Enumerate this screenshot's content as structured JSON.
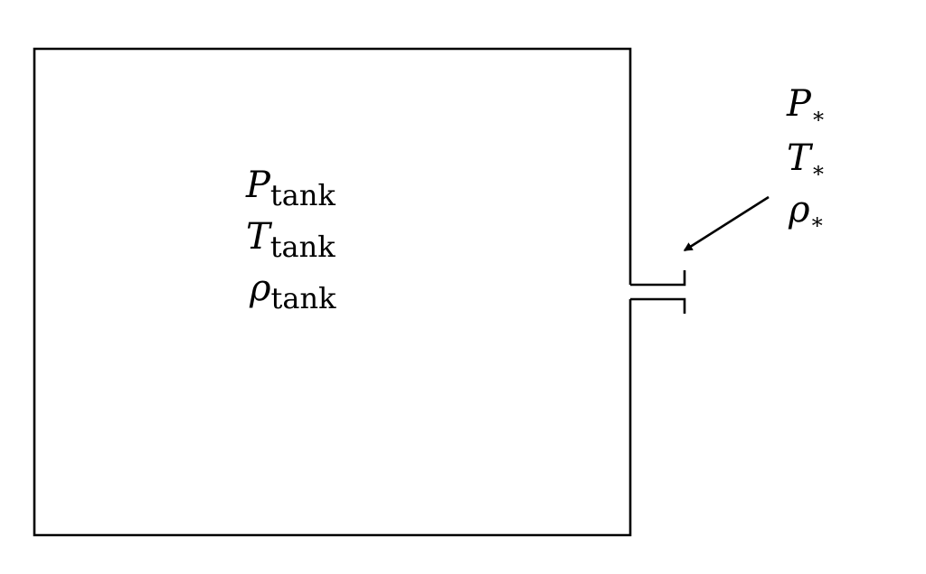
{
  "tank": {
    "pressure": {
      "symbol": "P",
      "subscript": "tank"
    },
    "temperature": {
      "symbol": "T",
      "subscript": "tank"
    },
    "density": {
      "symbol": "ρ",
      "subscript": "tank"
    }
  },
  "throat": {
    "pressure": {
      "symbol": "P",
      "subscript": "∗"
    },
    "temperature": {
      "symbol": "T",
      "subscript": "∗"
    },
    "density": {
      "symbol": "ρ",
      "subscript": "∗"
    }
  }
}
